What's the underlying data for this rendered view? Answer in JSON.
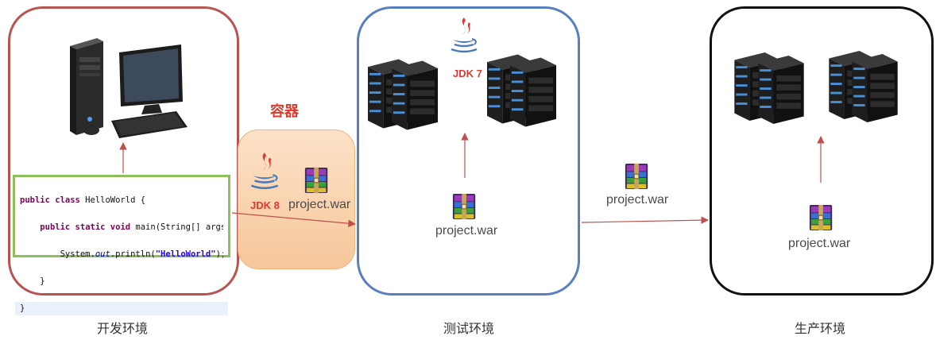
{
  "environments": {
    "dev": {
      "label": "开发环境"
    },
    "test": {
      "label": "测试环境",
      "jdk": "JDK 7",
      "war": "project.war"
    },
    "prod": {
      "label": "生产环境",
      "war": "project.war"
    }
  },
  "container": {
    "label": "容器",
    "jdk": "JDK 8",
    "war": "project.war"
  },
  "transfer": {
    "war": "project.war"
  },
  "code": {
    "l1_kw": "public class",
    "l1_rest": " HelloWorld {",
    "l2_kw": "public static void",
    "l2_rest": " main(String[] args) {",
    "l3_a": "System.",
    "l3_b": "out",
    "l3_c": ".println(",
    "l3_str": "\"HelloWorld\"",
    "l3_d": ");",
    "l4": "}",
    "l5": "}"
  },
  "colors": {
    "dev_border": "#b85450",
    "test_border": "#5a7fc0",
    "prod_border": "#111111",
    "arrow": "#c0504d",
    "container_fill": "#f6c79a",
    "accent_red": "#e03a2e"
  },
  "icons": [
    "desktop-computer-icon",
    "server-rack-icon",
    "java-logo-icon",
    "winrar-archive-icon",
    "arrow-icon"
  ]
}
